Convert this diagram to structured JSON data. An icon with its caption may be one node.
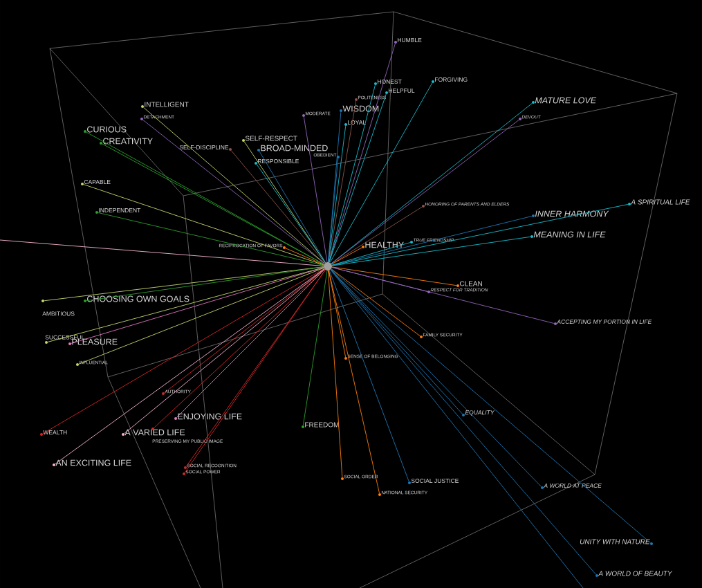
{
  "diagram": {
    "nodes": [
      {
        "text": [],
        "shape": "circle"
      },
      {
        "text": [
          "HUMBLE"
        ]
      },
      {
        "text": [
          "FORGIVING"
        ]
      },
      {
        "text": [
          "HONEST"
        ]
      },
      {
        "text": [
          "HELPFUL"
        ]
      },
      {
        "text": [
          "POLITENESS"
        ]
      },
      {
        "text": [
          "MATURE LOVE"
        ]
      },
      {
        "text": [
          "WISDOM"
        ]
      },
      {
        "text": [
          "MODERATE"
        ]
      },
      {
        "text": [
          "DEVOUT"
        ]
      },
      {
        "text": [
          "LOYAL"
        ]
      },
      {
        "text": [
          "INTELLIGENT"
        ]
      },
      {
        "text": [
          "DETACHMENT"
        ]
      },
      {
        "text": [
          "CURIOUS"
        ]
      },
      {
        "text": [
          "CREATIVITY"
        ]
      },
      {
        "text": [
          "SELF-RESPECT"
        ]
      },
      {
        "text": [
          "SELF-DISCIPLINE"
        ]
      },
      {
        "text": [
          "BROAD-MINDED"
        ]
      },
      {
        "text": [
          "RESPONSIBLE"
        ]
      },
      {
        "text": [
          "OBEDIENT"
        ]
      },
      {
        "text": [
          "CAPABLE"
        ]
      },
      {
        "text": [
          "HONORING OF PARENTS AND ELDERS"
        ]
      },
      {
        "text": [
          "A SPIRITUAL LIFE"
        ]
      },
      {
        "text": [
          "INNER HARMONY"
        ]
      },
      {
        "text": [
          "INDEPENDENT"
        ]
      },
      {
        "text": [
          "MEANING IN LIFE"
        ]
      },
      {
        "text": [
          "TRUE FRIENDSHIP"
        ]
      },
      {
        "text": [
          "HEALTHY"
        ]
      },
      {
        "text": [
          "RECIPROCATION OF FAVORS"
        ]
      },
      {
        "text": [
          "CLEAN"
        ]
      },
      {
        "text": [
          "RESPECT FOR TRADITION"
        ]
      },
      {
        "text": [
          "AMBITIOUS"
        ]
      },
      {
        "text": [
          "CHOOSING OWN GOALS"
        ]
      },
      {
        "text": [
          "ACCEPTING MY PORTION IN LIFE"
        ]
      },
      {
        "text": [
          "FAMILY SECURITY"
        ]
      },
      {
        "text": [
          "SUCCESSFUL"
        ]
      },
      {
        "text": [
          "PLEASURE"
        ]
      },
      {
        "text": [
          "SENSE OF BELONGING"
        ]
      },
      {
        "text": [
          "INFLUENTIAL"
        ]
      },
      {
        "text": [
          "AUTHORITY"
        ]
      },
      {
        "text": [
          "EQUALITY"
        ]
      },
      {
        "text": [
          "ENJOYING LIFE"
        ]
      },
      {
        "text": [
          "FREEDOM"
        ]
      },
      {
        "text": [
          "WEALTH"
        ]
      },
      {
        "text": [
          "A VARIED LIFE"
        ]
      },
      {
        "text": [
          "PRESERVING MY PUBLIC IMAGE"
        ]
      },
      {
        "text": [
          "AN EXCITING LIFE"
        ]
      },
      {
        "text": [
          "SOCIAL RECOGNITION"
        ]
      },
      {
        "text": [
          "SOCIAL POWER"
        ]
      },
      {
        "text": [
          "SOCIAL ORDER"
        ]
      },
      {
        "text": [
          "SOCIAL JUSTICE"
        ]
      },
      {
        "text": [
          "A WORLD AT PEACE"
        ]
      },
      {
        "text": [
          "NATIONAL SECURITY"
        ]
      },
      {
        "text": [
          "UNITY WITH NATURE"
        ]
      },
      {
        "text": [
          "A WORLD OF BEAUTY"
        ]
      }
    ],
    "edges": [
      {
        "from": 0,
        "to": 1,
        "arrow": "none",
        "color": "#9467bd"
      },
      {
        "from": 0,
        "to": 2,
        "arrow": "none",
        "color": "#17becf"
      },
      {
        "from": 0,
        "to": 3,
        "arrow": "none",
        "color": "#17becf"
      },
      {
        "from": 0,
        "to": 4,
        "arrow": "none",
        "color": "#17becf"
      },
      {
        "from": 0,
        "to": 5,
        "arrow": "none",
        "color": "#8c564b"
      },
      {
        "from": 0,
        "to": 6,
        "arrow": "none",
        "color": "#17becf"
      },
      {
        "from": 0,
        "to": 7,
        "arrow": "none",
        "color": "#1f77b4"
      },
      {
        "from": 0,
        "to": 8,
        "arrow": "none",
        "color": "#9467bd"
      },
      {
        "from": 0,
        "to": 9,
        "arrow": "none",
        "color": "#9467bd"
      },
      {
        "from": 0,
        "to": 10,
        "arrow": "none",
        "color": "#17becf"
      },
      {
        "from": 0,
        "to": 11,
        "arrow": "none",
        "color": "#c5d86d"
      },
      {
        "from": 0,
        "to": 12,
        "arrow": "none",
        "color": "#9467bd"
      },
      {
        "from": 0,
        "to": 13,
        "arrow": "none",
        "color": "#2ca02c"
      },
      {
        "from": 0,
        "to": 14,
        "arrow": "none",
        "color": "#2ca02c"
      },
      {
        "from": 0,
        "to": 15,
        "arrow": "none",
        "color": "#c5d86d"
      },
      {
        "from": 0,
        "to": 16,
        "arrow": "none",
        "color": "#8c564b"
      },
      {
        "from": 0,
        "to": 17,
        "arrow": "none",
        "color": "#1f77b4"
      },
      {
        "from": 0,
        "to": 18,
        "arrow": "none",
        "color": "#17becf"
      },
      {
        "from": 0,
        "to": 19,
        "arrow": "none",
        "color": "#1f77b4"
      },
      {
        "from": 0,
        "to": 20,
        "arrow": "none",
        "color": "#c5d86d"
      },
      {
        "from": 0,
        "to": 21,
        "arrow": "none",
        "color": "#8c564b"
      },
      {
        "from": 0,
        "to": 22,
        "arrow": "none",
        "color": "#17becf"
      },
      {
        "from": 0,
        "to": 23,
        "arrow": "none",
        "color": "#1f77b4"
      },
      {
        "from": 0,
        "to": 24,
        "arrow": "none",
        "color": "#2ca02c"
      },
      {
        "from": 0,
        "to": 25,
        "arrow": "none",
        "color": "#17becf"
      },
      {
        "from": 0,
        "to": 26,
        "arrow": "none",
        "color": "#17becf"
      },
      {
        "from": 0,
        "to": 27,
        "arrow": "none",
        "color": "#ff7f0e"
      },
      {
        "from": 0,
        "to": 28,
        "arrow": "none",
        "color": "#ff7f0e"
      },
      {
        "from": 0,
        "to": 29,
        "arrow": "none",
        "color": "#ff7f0e"
      },
      {
        "from": 0,
        "to": 30,
        "arrow": "none",
        "color": "#9467bd"
      },
      {
        "from": 0,
        "to": 31,
        "arrow": "none",
        "color": "#c5d86d"
      },
      {
        "from": 0,
        "to": 32,
        "arrow": "none",
        "color": "#2ca02c"
      },
      {
        "from": 0,
        "to": 33,
        "arrow": "none",
        "color": "#9467bd"
      },
      {
        "from": 0,
        "to": 34,
        "arrow": "none",
        "color": "#ff7f0e"
      },
      {
        "from": 0,
        "to": 35,
        "arrow": "none",
        "color": "#c5d86d"
      },
      {
        "from": 0,
        "to": 36,
        "arrow": "none",
        "color": "#e377c2"
      },
      {
        "from": 0,
        "to": 37,
        "arrow": "none",
        "color": "#ff7f0e"
      },
      {
        "from": 0,
        "to": 38,
        "arrow": "none",
        "color": "#c5d86d"
      },
      {
        "from": 0,
        "to": 39,
        "arrow": "none",
        "color": "#d62728"
      },
      {
        "from": 0,
        "to": 40,
        "arrow": "none",
        "color": "#1f77b4"
      },
      {
        "from": 0,
        "to": 41,
        "arrow": "none",
        "color": "#e377c2"
      },
      {
        "from": 0,
        "to": 42,
        "arrow": "none",
        "color": "#2ca02c"
      },
      {
        "from": 0,
        "to": 43,
        "arrow": "none",
        "color": "#d62728"
      },
      {
        "from": 0,
        "to": 44,
        "arrow": "none",
        "color": "#f7b6d2"
      },
      {
        "from": 0,
        "to": 45,
        "arrow": "none",
        "color": "#d62728"
      },
      {
        "from": 0,
        "to": 46,
        "arrow": "none",
        "color": "#f7b6d2"
      },
      {
        "from": 0,
        "to": 47,
        "arrow": "none",
        "color": "#d62728"
      },
      {
        "from": 0,
        "to": 48,
        "arrow": "none",
        "color": "#d62728"
      },
      {
        "from": 0,
        "to": 49,
        "arrow": "none",
        "color": "#ff7f0e"
      },
      {
        "from": 0,
        "to": 50,
        "arrow": "none",
        "color": "#1f77b4"
      },
      {
        "from": 0,
        "to": 51,
        "arrow": "none",
        "color": "#1f77b4"
      },
      {
        "from": 0,
        "to": 52,
        "arrow": "none",
        "color": "#ff7f0e"
      },
      {
        "from": 0,
        "to": 53,
        "arrow": "none",
        "color": "#1f77b4"
      },
      {
        "from": 0,
        "to": 54,
        "arrow": "none",
        "color": "#1f77b4"
      },
      {
        "from": 0,
        "to": null,
        "arrow": "none",
        "color": "#f7b6d2"
      },
      {
        "from": 0,
        "to": null,
        "arrow": "none",
        "color": "#1f77b4"
      }
    ]
  }
}
